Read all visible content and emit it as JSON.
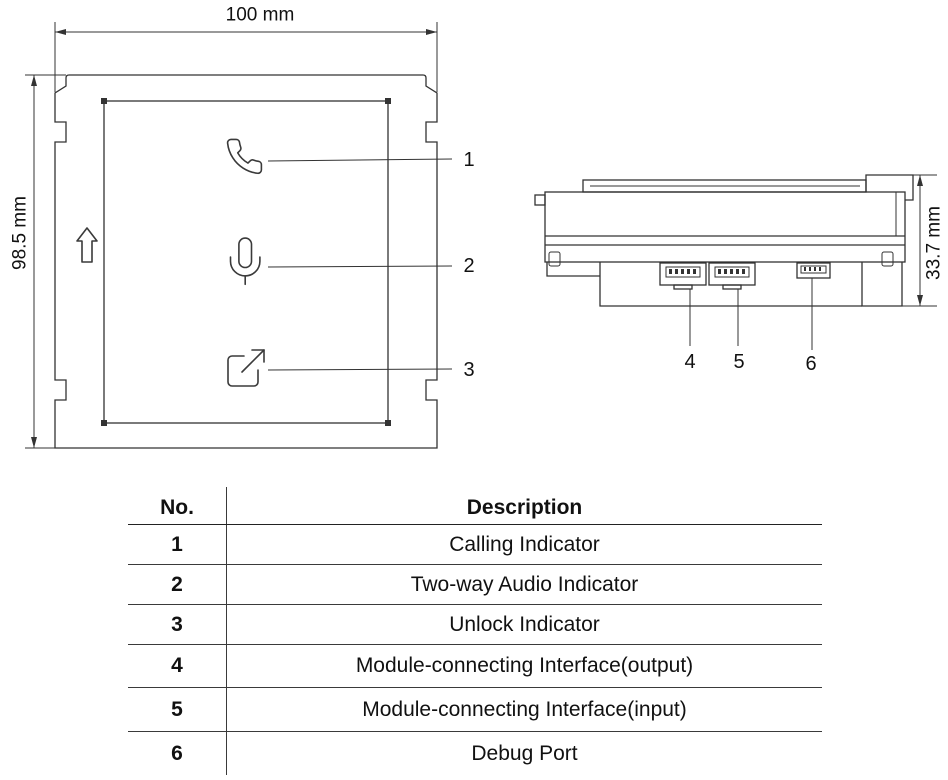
{
  "front_view": {
    "width_label": "100 mm",
    "height_label": "98.5 mm",
    "callouts": [
      "1",
      "2",
      "3"
    ]
  },
  "side_view": {
    "depth_label": "33.7 mm",
    "callouts": [
      "4",
      "5",
      "6"
    ]
  },
  "icons": {
    "calling": "phone-icon",
    "audio": "microphone-icon",
    "unlock": "unlock-icon",
    "orientation": "up-arrow-icon"
  },
  "table": {
    "headers": {
      "no": "No.",
      "description": "Description"
    },
    "rows": [
      {
        "no": "1",
        "description": "Calling Indicator"
      },
      {
        "no": "2",
        "description": "Two-way Audio Indicator"
      },
      {
        "no": "3",
        "description": "Unlock Indicator"
      },
      {
        "no": "4",
        "description": "Module-connecting Interface(output)"
      },
      {
        "no": "5",
        "description": "Module-connecting Interface(input)"
      },
      {
        "no": "6",
        "description": "Debug Port"
      }
    ]
  },
  "colors": {
    "line": "#333333",
    "text": "#111111",
    "background": "#ffffff"
  }
}
